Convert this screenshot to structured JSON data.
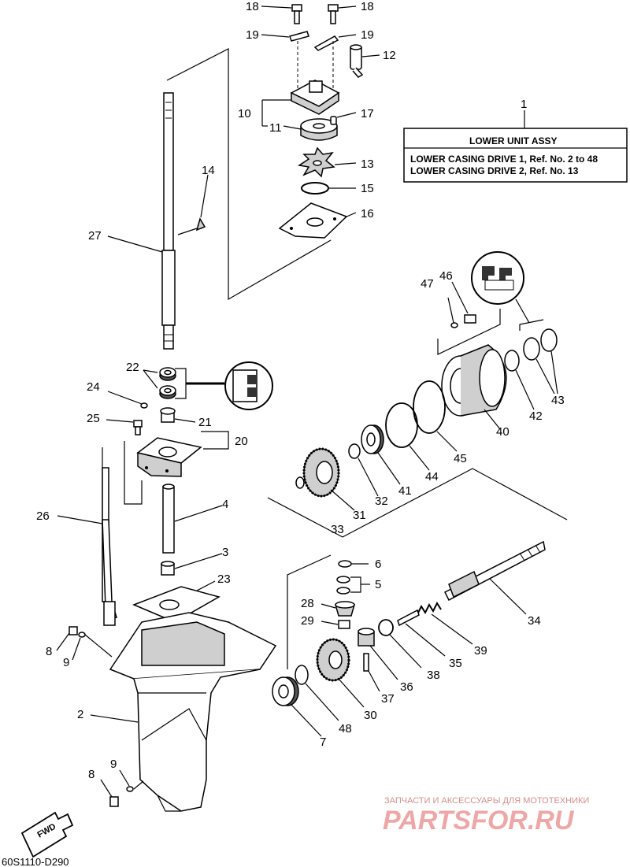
{
  "title_box": {
    "ref": "1",
    "title": "LOWER UNIT ASSY",
    "line1": "LOWER CASING DRIVE 1, Ref. No. 2 to 48",
    "line2": "LOWER CASING DRIVE 2, Ref. No. 13"
  },
  "callouts": [
    {
      "id": "c18a",
      "text": "18"
    },
    {
      "id": "c18b",
      "text": "18"
    },
    {
      "id": "c19a",
      "text": "19"
    },
    {
      "id": "c19b",
      "text": "19"
    },
    {
      "id": "c12",
      "text": "12"
    },
    {
      "id": "c10",
      "text": "10"
    },
    {
      "id": "c11",
      "text": "11"
    },
    {
      "id": "c17",
      "text": "17"
    },
    {
      "id": "c13",
      "text": "13"
    },
    {
      "id": "c15",
      "text": "15"
    },
    {
      "id": "c16",
      "text": "16"
    },
    {
      "id": "c14",
      "text": "14"
    },
    {
      "id": "c27",
      "text": "27"
    },
    {
      "id": "c47",
      "text": "47"
    },
    {
      "id": "c46",
      "text": "46"
    },
    {
      "id": "c22",
      "text": "22"
    },
    {
      "id": "c24",
      "text": "24"
    },
    {
      "id": "c21",
      "text": "21"
    },
    {
      "id": "c25",
      "text": "25"
    },
    {
      "id": "c20",
      "text": "20"
    },
    {
      "id": "c26",
      "text": "26"
    },
    {
      "id": "c4",
      "text": "4"
    },
    {
      "id": "c3",
      "text": "3"
    },
    {
      "id": "c23",
      "text": "23"
    },
    {
      "id": "c40",
      "text": "40"
    },
    {
      "id": "c42",
      "text": "42"
    },
    {
      "id": "c43",
      "text": "43"
    },
    {
      "id": "c45",
      "text": "45"
    },
    {
      "id": "c44",
      "text": "44"
    },
    {
      "id": "c41",
      "text": "41"
    },
    {
      "id": "c32",
      "text": "32"
    },
    {
      "id": "c31",
      "text": "31"
    },
    {
      "id": "c33",
      "text": "33"
    },
    {
      "id": "c6",
      "text": "6"
    },
    {
      "id": "c5",
      "text": "5"
    },
    {
      "id": "c28",
      "text": "28"
    },
    {
      "id": "c29",
      "text": "29"
    },
    {
      "id": "c34",
      "text": "34"
    },
    {
      "id": "c39",
      "text": "39"
    },
    {
      "id": "c35",
      "text": "35"
    },
    {
      "id": "c38",
      "text": "38"
    },
    {
      "id": "c36",
      "text": "36"
    },
    {
      "id": "c37",
      "text": "37"
    },
    {
      "id": "c30",
      "text": "30"
    },
    {
      "id": "c48",
      "text": "48"
    },
    {
      "id": "c7",
      "text": "7"
    },
    {
      "id": "c8a",
      "text": "8"
    },
    {
      "id": "c9a",
      "text": "9"
    },
    {
      "id": "c2",
      "text": "2"
    },
    {
      "id": "c8b",
      "text": "8"
    },
    {
      "id": "c9b",
      "text": "9"
    }
  ],
  "fwd_label": "FWD",
  "watermark": {
    "caption": "ЗАПЧАСТИ И АКСЕССУАРЫ ДЛЯ МОТОТЕХНИКИ",
    "brand": "PARTSFOR.RU"
  },
  "diagram_code": "60S1110-D290"
}
